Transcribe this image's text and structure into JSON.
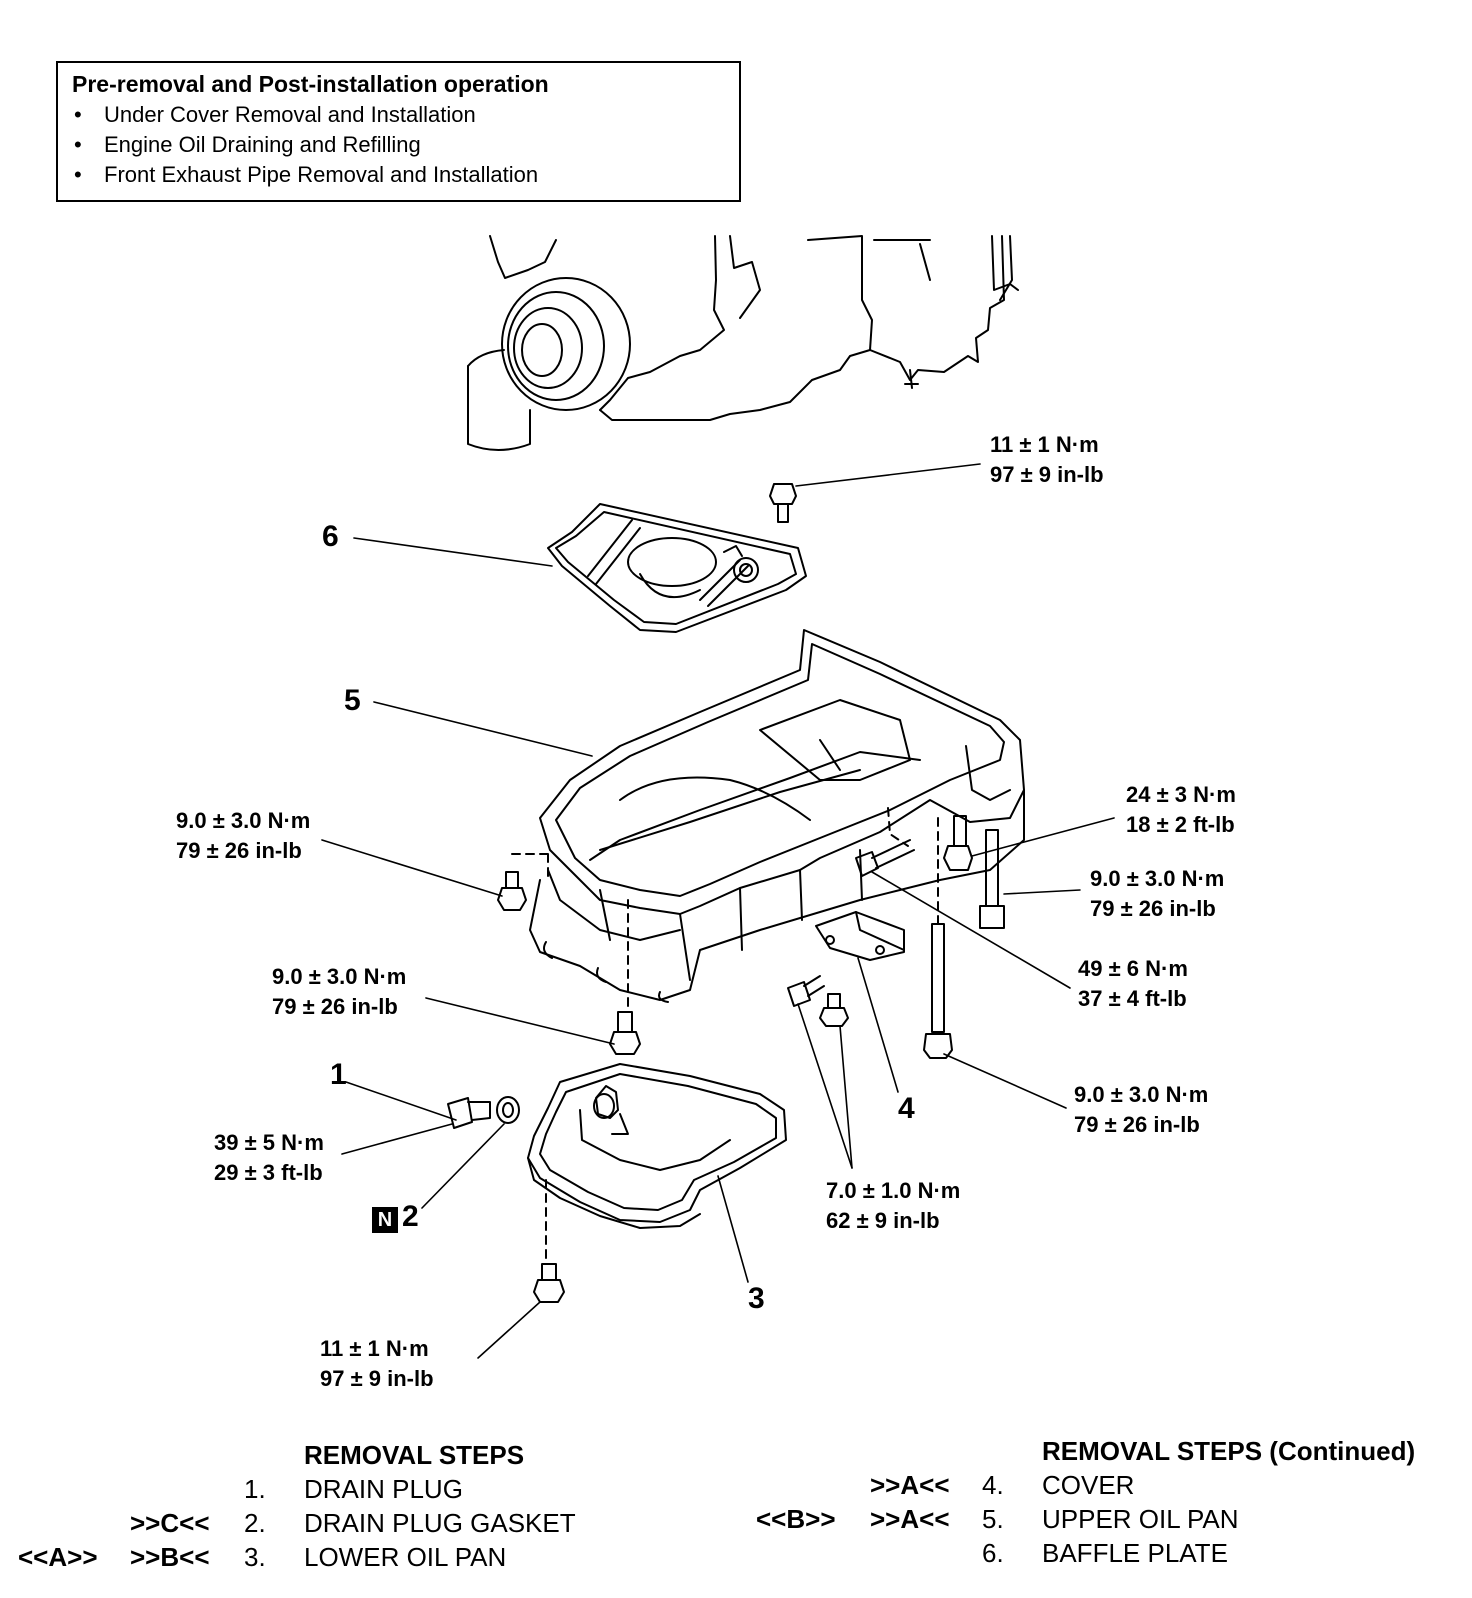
{
  "pre_box": {
    "title": "Pre-removal and Post-installation operation",
    "items": [
      "Under Cover Removal and Installation",
      "Engine Oil Draining and Refilling",
      "Front Exhaust Pipe Removal and Installation"
    ]
  },
  "torques": {
    "top_bolt": [
      "11 ± 1 N·m",
      "97 ± 9 in-lb"
    ],
    "left_bolt": [
      "9.0 ± 3.0 N·m",
      "79 ± 26 in-lb"
    ],
    "right_upper": [
      "24 ± 3 N·m",
      "18 ± 2 ft-lb"
    ],
    "right_long_bolt": [
      "9.0 ± 3.0 N·m",
      "79 ± 26 in-lb"
    ],
    "center_bolt": [
      "9.0 ± 3.0 N·m",
      "79 ± 26 in-lb"
    ],
    "right_mid": [
      "49 ± 6 N·m",
      "37 ± 4 ft-lb"
    ],
    "right_lower": [
      "9.0 ± 3.0 N·m",
      "79 ± 26 in-lb"
    ],
    "drain_plug": [
      "39 ± 5 N·m",
      "29 ± 3 ft-lb"
    ],
    "cover_bolts": [
      "7.0 ± 1.0 N·m",
      "62 ± 9 in-lb"
    ],
    "bottom_bolt": [
      "11 ± 1 N·m",
      "97 ± 9 in-lb"
    ]
  },
  "callouts": {
    "c1": "1",
    "c2": "2",
    "c3": "3",
    "c4": "4",
    "c5": "5",
    "c6": "6",
    "n_badge": "N"
  },
  "removal_steps": {
    "title": "REMOVAL STEPS",
    "rows": [
      {
        "num": "1.",
        "label": "DRAIN PLUG",
        "install": "",
        "removal": ""
      },
      {
        "num": "2.",
        "label": "DRAIN PLUG GASKET",
        "install": ">>C<<",
        "removal": ""
      },
      {
        "num": "3.",
        "label": "LOWER OIL PAN",
        "install": ">>B<<",
        "removal": "<<A>>"
      }
    ]
  },
  "removal_steps_cont": {
    "title": "REMOVAL STEPS (Continued)",
    "rows": [
      {
        "num": "4.",
        "label": "COVER",
        "install": ">>A<<",
        "removal": ""
      },
      {
        "num": "5.",
        "label": "UPPER OIL PAN",
        "install": ">>A<<",
        "removal": "<<B>>"
      },
      {
        "num": "6.",
        "label": "BAFFLE PLATE",
        "install": "",
        "removal": ""
      }
    ]
  }
}
